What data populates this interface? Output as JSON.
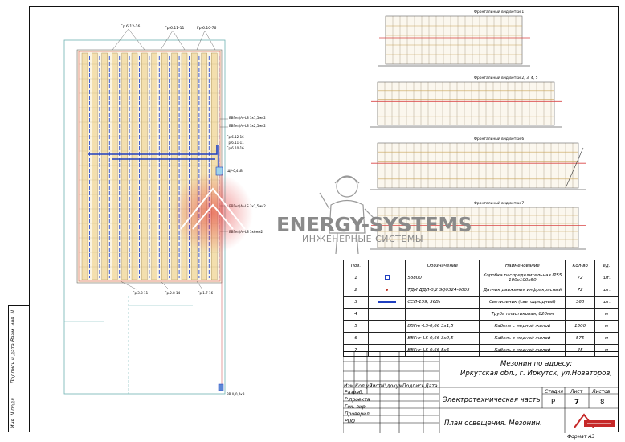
{
  "sheet": {
    "format": "Формат А3",
    "side_labels": [
      "Инв. N подл.",
      "Подпись и дата",
      "Взам. инв. N"
    ]
  },
  "plan": {
    "cable_labels": [
      "ВВГнг(А)-LS 3х1,5мм2",
      "ВВГнг(А)-LS 3х2,5мм2",
      "ВВГнг(А)-LS 3х1,5мм2",
      "ВВГнг(А)-LS 5х6мм2"
    ],
    "group_labels": [
      "Гр.6.12-16",
      "Гр.6.11-11",
      "Гр.6.10-76",
      "Гр.6.12-16",
      "Гр.6.11-11",
      "Гр.6.10-16",
      "Гр.3.8-11",
      "Гр.2.8-14",
      "Гр.1.7-16"
    ],
    "panel_labels": [
      "ЩР-0,4кВ",
      "ВРЩ-0,4кВ"
    ]
  },
  "views": [
    "Фронтальный вид ветки 1",
    "Фронтальный вид ветки 2, 3, 4, 5",
    "Фронтальный вид ветки 6",
    "Фронтальный вид ветки 7"
  ],
  "watermark": {
    "title": "ENERGY-SYSTEMS",
    "subtitle": "ИНЖЕНЕРНЫЕ СИСТЕМЫ"
  },
  "spec": {
    "headers": [
      "Поз.",
      "",
      "Обозначение",
      "Наименование",
      "Кол-во",
      "ед."
    ],
    "rows": [
      {
        "pos": "1",
        "code": "53800",
        "name": "Коробка распределительная IP55 100х100х50",
        "qty": "72",
        "unit": "шт."
      },
      {
        "pos": "2",
        "code": "ТДМ ДДП-0,2 SQ0324-0005",
        "name": "Датчик движения инфракрасный",
        "qty": "72",
        "unit": "шт."
      },
      {
        "pos": "3",
        "code": "ССП-159, 36Вт",
        "name": "Светильник (светодиодный)",
        "qty": "360",
        "unit": "шт."
      },
      {
        "pos": "4",
        "code": "",
        "name": "Труба пластиковая, 820мм",
        "qty": "",
        "unit": "м"
      },
      {
        "pos": "5",
        "code": "ВВГнг-LS-0,66 3х1,5",
        "name": "Кабель с медной жилой",
        "qty": "1500",
        "unit": "м"
      },
      {
        "pos": "6",
        "code": "ВВГнг-LS-0,66 3х2,5",
        "name": "Кабель с медной жилой",
        "qty": "575",
        "unit": "м"
      },
      {
        "pos": "7",
        "code": "ВВГнг-LS-0,66 5х6",
        "name": "Кабель с медной жилой",
        "qty": "45",
        "unit": "м"
      }
    ]
  },
  "stamp": {
    "address_line1": "Мезонин по адресу:",
    "address_line2": "Иркутская обл., г. Иркутск, ул.Новаторов,",
    "section": "Электротехническая часть",
    "sheet_title": "План освещения. Мезонин.",
    "col_headers": [
      "Изм.",
      "Кол.уч.",
      "Лист",
      "N°докум.",
      "Подпись",
      "Дата"
    ],
    "roles": [
      "Разраб.",
      "Р.проекта",
      "Гек. вир.",
      "Проверил",
      "РПО"
    ],
    "stage_label": "Стадия",
    "sheet_label": "Лист",
    "sheets_label": "Листов",
    "stage": "Р",
    "sheet": "7",
    "sheets": "8"
  }
}
